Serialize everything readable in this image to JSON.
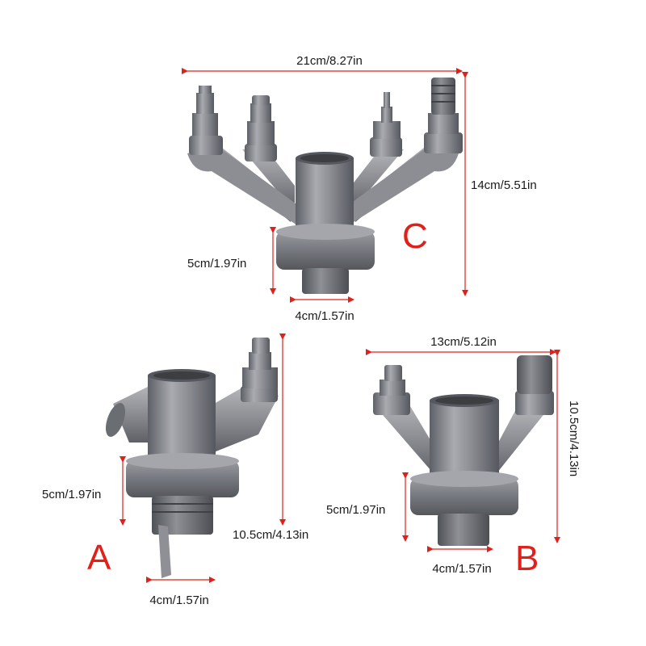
{
  "variants": {
    "c": {
      "letter": "C",
      "width_label": "21cm/8.27in",
      "height_label": "14cm/5.51in",
      "thread_height_label": "5cm/1.97in",
      "thread_width_label": "4cm/1.57in"
    },
    "a": {
      "letter": "A",
      "height_label": "10.5cm/4.13in",
      "thread_height_label": "5cm/1.97in",
      "thread_width_label": "4cm/1.57in"
    },
    "b": {
      "letter": "B",
      "width_label": "13cm/5.12in",
      "height_label": "10.5cm/4.13in",
      "thread_height_label": "5cm/1.97in",
      "thread_width_label": "4cm/1.57in"
    }
  },
  "colors": {
    "background": "#ffffff",
    "annotation_red": "#e0211b",
    "metal_gray": "#7d7f85",
    "plastic_gray": "#6f7278",
    "text": "#1a1a1a"
  }
}
